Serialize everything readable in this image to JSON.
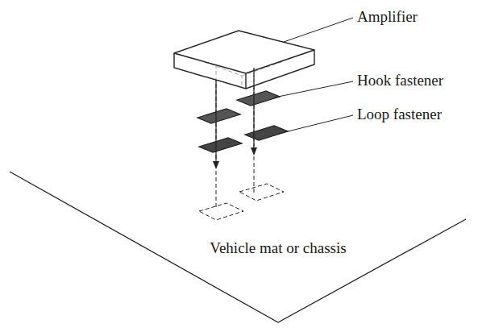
{
  "diagram": {
    "labels": [
      "Amplifier",
      "Hook fastener",
      "Loop fastener",
      "Vehicle mat or chassis"
    ]
  }
}
